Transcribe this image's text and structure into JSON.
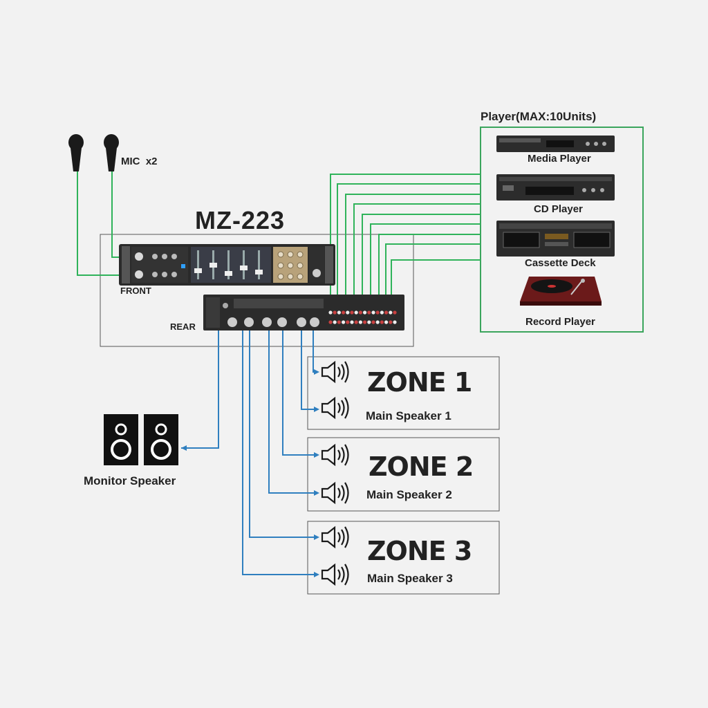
{
  "system": {
    "title": "MZ-223",
    "front_label": "FRONT",
    "rear_label": "REAR"
  },
  "mic": {
    "label": "MIC  x2",
    "count": 2
  },
  "players": {
    "heading": "Player(MAX:10Units)",
    "items": [
      {
        "label": "Media Player",
        "icon": "media-player-icon"
      },
      {
        "label": "CD Player",
        "icon": "cd-player-icon"
      },
      {
        "label": "Cassette Deck",
        "icon": "cassette-deck-icon"
      },
      {
        "label": "Record Player",
        "icon": "record-player-icon"
      }
    ]
  },
  "monitor": {
    "label": "Monitor Speaker",
    "icon": "monitor-speaker-icon"
  },
  "zones": [
    {
      "title": "ZONE 1",
      "speaker_label": "Main Speaker 1"
    },
    {
      "title": "ZONE 2",
      "speaker_label": "Main Speaker 2"
    },
    {
      "title": "ZONE 3",
      "speaker_label": "Main Speaker 3"
    }
  ],
  "colors": {
    "input_wire": "#2fb35a",
    "output_wire": "#2f7fbf",
    "player_border": "#3aa55c",
    "box_border": "#555555"
  }
}
